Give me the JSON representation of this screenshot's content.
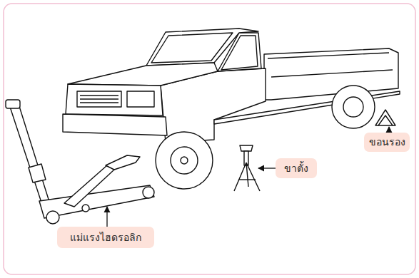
{
  "diagram": {
    "nodes": [
      {
        "text": [
          "ขอนรอง"
        ]
      },
      {
        "text": [
          "ขาตั้ง"
        ]
      },
      {
        "text": [
          "แม่แรงไฮดรอลิก"
        ]
      }
    ]
  }
}
